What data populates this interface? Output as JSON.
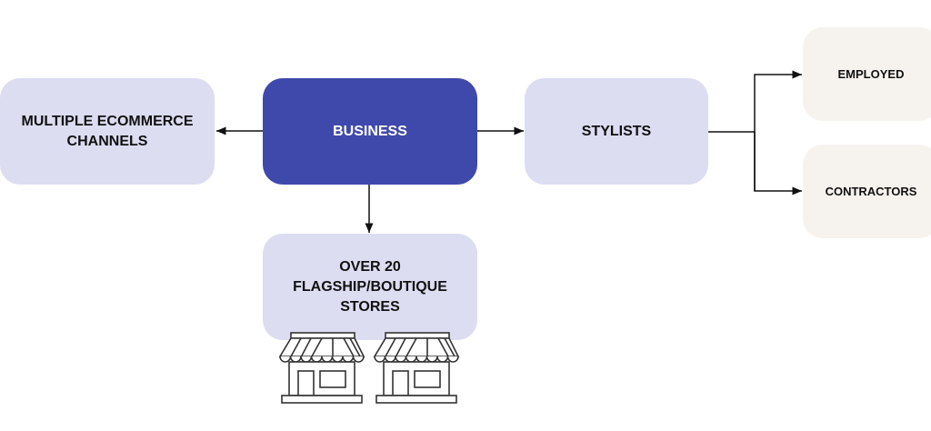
{
  "nodes": {
    "business": "BUSINESS",
    "ecommerce": [
      "MULTIPLE ECOMMERCE",
      "CHANNELS"
    ],
    "stylists": "STYLISTS",
    "stores": [
      "OVER 20",
      "FLAGSHIP/BOUTIQUE",
      "STORES"
    ],
    "employed": "EMPLOYED",
    "contractors": "CONTRACTORS"
  },
  "colors": {
    "business": "#3f49ab",
    "lavender": "#dcddf1",
    "beige": "#f6f3ee"
  }
}
